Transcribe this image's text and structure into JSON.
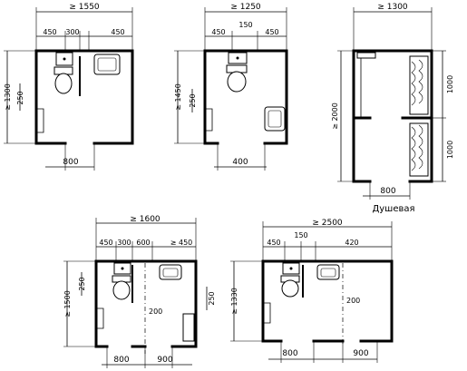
{
  "plans": {
    "p1": {
      "top": "≥ 1550",
      "s1": "450",
      "s2": "300",
      "s3": "450",
      "left": "≥ 1300",
      "side": "250",
      "bottom": "800"
    },
    "p2": {
      "top": "≥ 1250",
      "s1": "450",
      "s2": "150",
      "s3": "450",
      "left": "≥ 1450",
      "side": "250",
      "bottom": "400"
    },
    "p3": {
      "top": "≥ 1300",
      "left": "≥ 2000",
      "r1": "1000",
      "r2": "1000",
      "bottom": "800",
      "caption": "Душевая"
    },
    "p4": {
      "top": "≥ 1600",
      "s1": "450",
      "s2": "300",
      "s3": "600",
      "s4": "≥ 450",
      "left": "≥ 1500",
      "side": "250",
      "mid": "200",
      "right": "250",
      "b1": "800",
      "b2": "900"
    },
    "p5": {
      "top": "≥ 2500",
      "s1": "450",
      "s2": "150",
      "s3": "420",
      "left": "≥ 1330",
      "mid": "200",
      "b1": "800",
      "b2": "900"
    }
  }
}
